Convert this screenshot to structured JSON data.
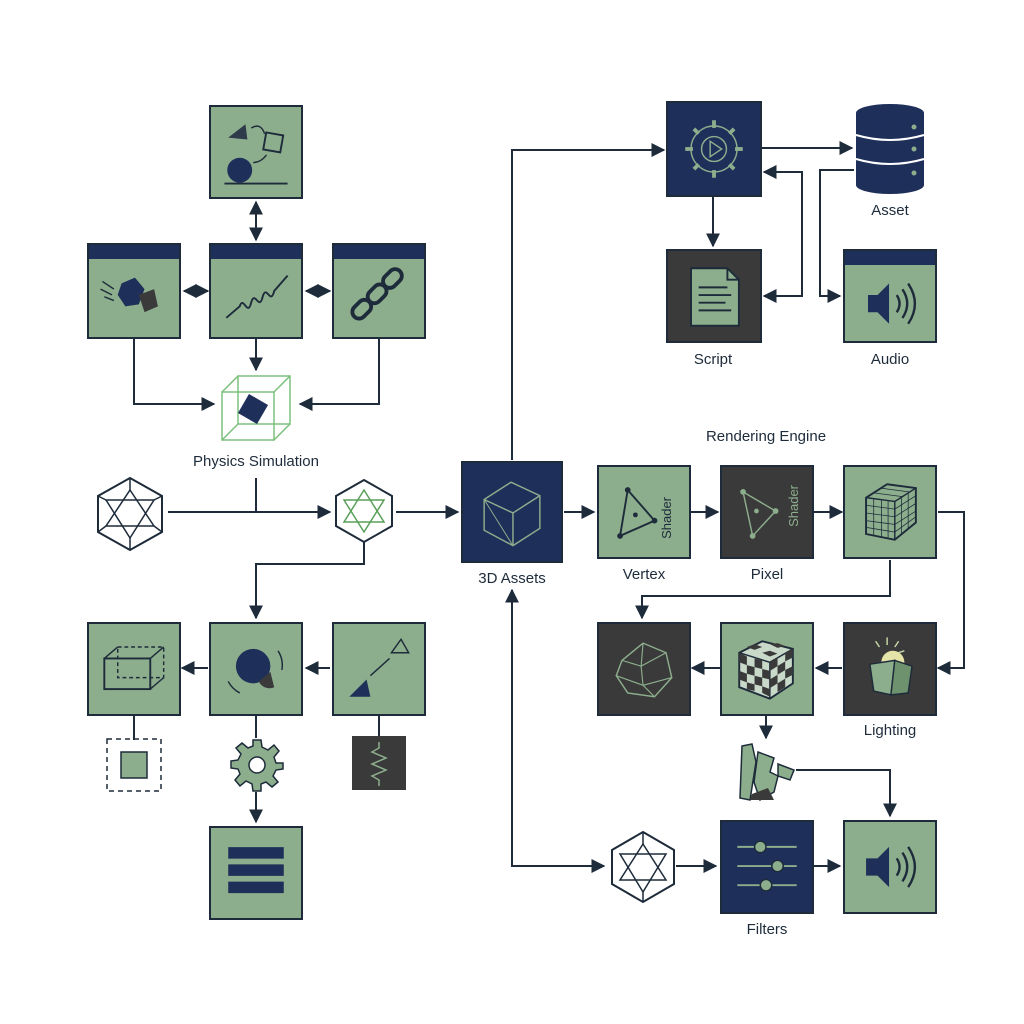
{
  "labels": {
    "physics_simulation": "Physics Simulation",
    "assets_3d": "3D Assets",
    "asset": "Asset",
    "script": "Script",
    "audio": "Audio",
    "rendering_engine": "Rendering Engine",
    "vertex": "Vertex",
    "pixel": "Pixel",
    "lighting": "Lighting",
    "filters": "Filters"
  },
  "shader_text": {
    "vertex": "Shader",
    "pixel": "Shader"
  },
  "colors": {
    "navy": "#1e2f5a",
    "green": "#8dae8d",
    "dark": "#3a3a3a",
    "line": "#1d2b3a",
    "wire_green": "#5aa05a"
  }
}
